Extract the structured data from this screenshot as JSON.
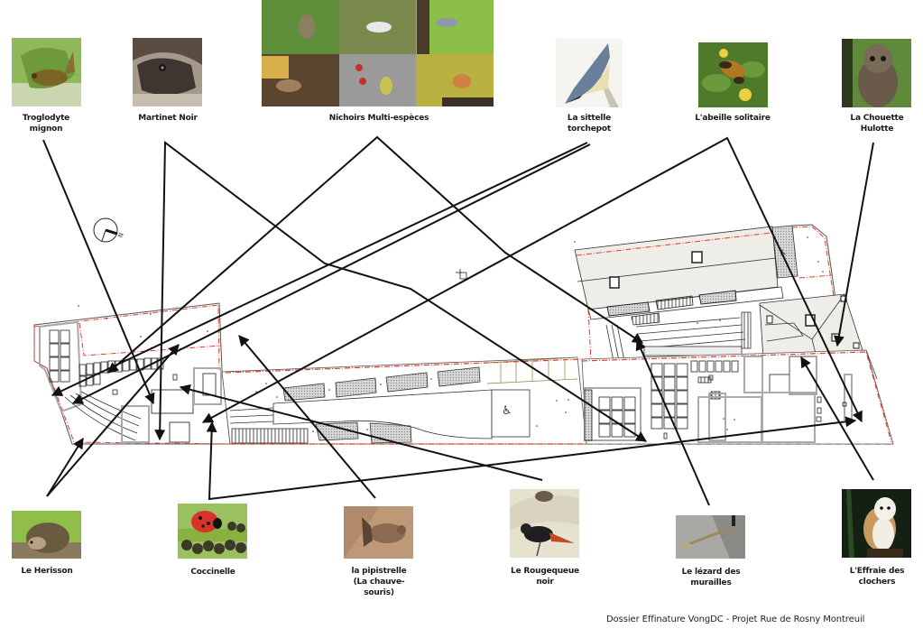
{
  "document": {
    "footer": "Dossier Effinature VongDC - Projet Rue de Rosny Montreuil"
  },
  "species_top": [
    {
      "id": "troglodyte",
      "label": "Troglodyte mignon",
      "image": "wren-photo"
    },
    {
      "id": "martinet",
      "label": "Martinet Noir",
      "image": "swift-photo"
    },
    {
      "id": "nichoirs",
      "label": "Nichoirs Multi-espèces",
      "image": "bird-collage-photo"
    },
    {
      "id": "sittelle",
      "label": "La sittelle torchepot",
      "image": "nuthatch-illustration"
    },
    {
      "id": "abeille",
      "label": "L'abeille solitaire",
      "image": "bee-photo"
    },
    {
      "id": "chouette",
      "label": "La Chouette Hulotte",
      "image": "tawny-owl-photo"
    }
  ],
  "species_bottom": [
    {
      "id": "herisson",
      "label": "Le Herisson",
      "image": "hedgehog-photo"
    },
    {
      "id": "coccinelle",
      "label": "Coccinelle",
      "image": "ladybird-photo"
    },
    {
      "id": "pipistrelle",
      "label": "la pipistrelle (La chauve-souris)",
      "image": "bat-photo"
    },
    {
      "id": "rougequeue",
      "label": "Le Rougequeue noir",
      "image": "redstart-illustration"
    },
    {
      "id": "lezard",
      "label": "Le lézard des murailles",
      "image": "lizard-photo"
    },
    {
      "id": "effraie",
      "label": "L'Effraie des clochers",
      "image": "barn-owl-photo"
    }
  ],
  "labels": {
    "troglodyte_1": "Troglodyte",
    "troglodyte_2": "mignon",
    "martinet": "Martinet Noir",
    "nichoirs": "Nichoirs Multi-espèces",
    "sittelle_1": "La sittelle",
    "sittelle_2": "torchepot",
    "abeille": "L'abeille solitaire",
    "chouette_1": "La Chouette",
    "chouette_2": "Hulotte",
    "herisson": "Le Herisson",
    "coccinelle": "Coccinelle",
    "pipistrelle_1": "la pipistrelle",
    "pipistrelle_2": "(La chauve-",
    "pipistrelle_3": "souris)",
    "rougequeue_1": "Le Rougequeue",
    "rougequeue_2": "noir",
    "lezard_1": "Le lézard des",
    "lezard_2": "murailles",
    "effraie_1": "L'Effraie des",
    "effraie_2": "clochers"
  },
  "plan": {
    "north_arrow": "N",
    "accessibility_symbol": "♿",
    "colors": {
      "boundary": "#e8392b",
      "roof": "#efeee8",
      "arrow": "#111111",
      "hatch": "#999999"
    }
  },
  "arrows": [
    {
      "from": "troglodyte",
      "to": "plan-west-courtyard"
    },
    {
      "from": "martinet",
      "to": "plan-west-stair"
    },
    {
      "from": "martinet",
      "to": "plan-south-facade-east"
    },
    {
      "from": "nichoirs",
      "to": "plan-west-wing-1"
    },
    {
      "from": "nichoirs",
      "to": "plan-central-garden"
    },
    {
      "from": "sittelle",
      "to": "plan-west-wing-2"
    },
    {
      "from": "sittelle",
      "to": "plan-west-wing-3"
    },
    {
      "from": "abeille",
      "to": "plan-west-hall"
    },
    {
      "from": "abeille",
      "to": "plan-east-corner"
    },
    {
      "from": "chouette",
      "to": "plan-east-roof"
    },
    {
      "from": "herisson",
      "to": "plan-west-lawn"
    },
    {
      "from": "herisson",
      "to": "plan-west-terrace"
    },
    {
      "from": "coccinelle",
      "to": "plan-west-patio"
    },
    {
      "from": "coccinelle",
      "to": "plan-east-courtyard"
    },
    {
      "from": "pipistrelle",
      "to": "plan-north-wall"
    },
    {
      "from": "rougequeue",
      "to": "plan-west-building"
    },
    {
      "from": "lezard",
      "to": "plan-east-stair"
    },
    {
      "from": "effraie",
      "to": "plan-east-tower"
    }
  ]
}
